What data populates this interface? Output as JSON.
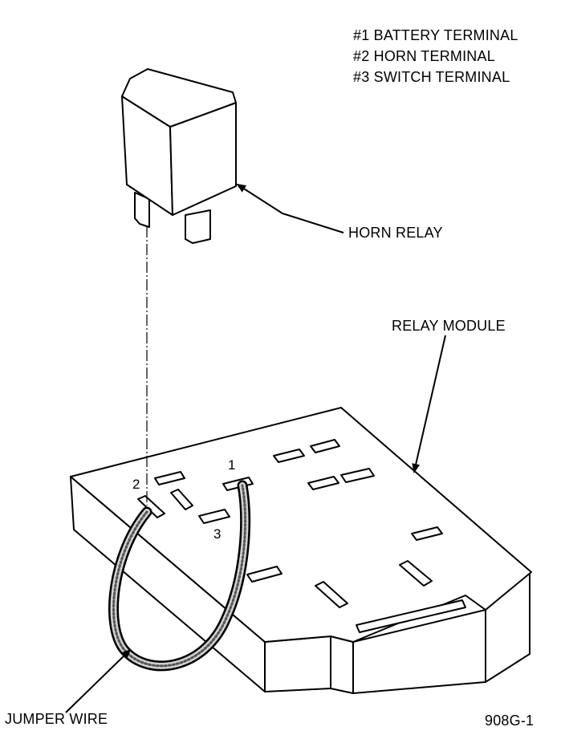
{
  "legend": {
    "item1": "#1 BATTERY TERMINAL",
    "item2": "#2 HORN TERMINAL",
    "item3": "#3 SWITCH TERMINAL"
  },
  "callouts": {
    "horn_relay": "HORN RELAY",
    "relay_module": "RELAY MODULE",
    "jumper_wire": "JUMPER WIRE"
  },
  "terminal_numbers": {
    "t1": "1",
    "t2": "2",
    "t3": "3"
  },
  "figure_id": "908G-1"
}
